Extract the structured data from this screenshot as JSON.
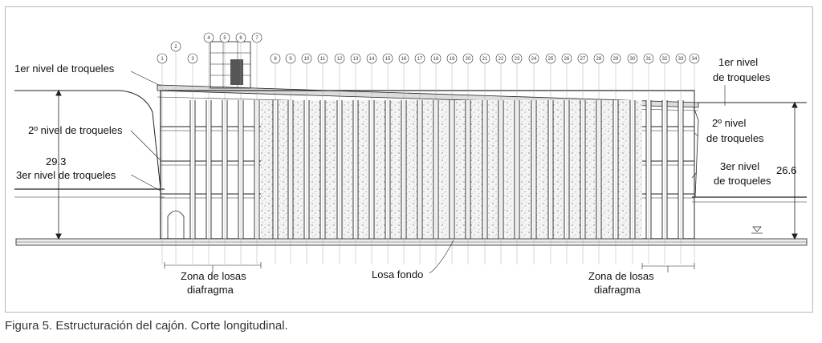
{
  "figure": {
    "caption": "Figura 5. Estructuración del cajón. Corte longitudinal.",
    "labels": {
      "left_level1": "1er nivel de troqueles",
      "left_level2": "2º nivel de troqueles",
      "left_level3": "3er nivel de troqueles",
      "right_level1_a": "1er nivel",
      "right_level1_b": "de troqueles",
      "right_level2_a": "2º nivel",
      "right_level2_b": "de troqueles",
      "right_level3_a": "3er nivel",
      "right_level3_b": "de troqueles",
      "left_zone_a": "Zona de losas",
      "left_zone_b": "diafragma",
      "center_slab": "Losa fondo",
      "right_zone_a": "Zona de losas",
      "right_zone_b": "diafragma"
    },
    "dimensions": {
      "left_depth": "29.3",
      "right_depth": "26.6"
    },
    "grid_axes": [
      "1",
      "2",
      "3",
      "4",
      "5",
      "6",
      "7",
      "8",
      "9",
      "10",
      "11",
      "12",
      "13",
      "14",
      "15",
      "16",
      "17",
      "18",
      "19",
      "20",
      "21",
      "22",
      "23",
      "24",
      "25",
      "26",
      "27",
      "28",
      "29",
      "30",
      "31",
      "32",
      "33",
      "34"
    ]
  }
}
